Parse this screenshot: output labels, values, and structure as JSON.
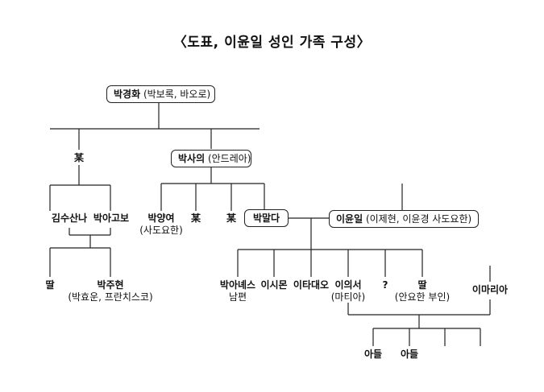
{
  "title": "〈도표, 이윤일 성인 가족 구성〉",
  "people": {
    "park_gyeonghwa": {
      "name": "박경화",
      "alias": "(박보록, 바오로)"
    },
    "mo1": {
      "name": "某"
    },
    "park_sauei": {
      "name": "박사의",
      "alias": "(안드레아)"
    },
    "kim_susanna": {
      "name": "김수산나"
    },
    "park_agobo": {
      "name": "박아고보"
    },
    "park_yangyeo": {
      "name": "박양여",
      "alias": "(사도요한)"
    },
    "mo2": {
      "name": "某"
    },
    "mo3": {
      "name": "某"
    },
    "park_malda": {
      "name": "박말다"
    },
    "lee_yunil": {
      "name": "이윤일",
      "alias": "(이제현, 이윤경 사도요한)"
    },
    "ttal1": {
      "name": "딸"
    },
    "park_juhyeon": {
      "name": "박주현",
      "alias": "(박효운, 프란치스코)"
    },
    "park_anesu": {
      "name": "박아녜스",
      "alias": "남편"
    },
    "lee_simon": {
      "name": "이시몬"
    },
    "lee_tadaeo": {
      "name": "이타대오"
    },
    "lee_euiseo": {
      "name": "이의서",
      "alias": "(마티아)"
    },
    "unknown": {
      "name": "?"
    },
    "ttal2": {
      "name": "딸",
      "alias": "(안요한 부인)"
    },
    "lee_maria": {
      "name": "이마리아"
    },
    "son1": {
      "name": "아들"
    },
    "son2": {
      "name": "아들"
    }
  }
}
